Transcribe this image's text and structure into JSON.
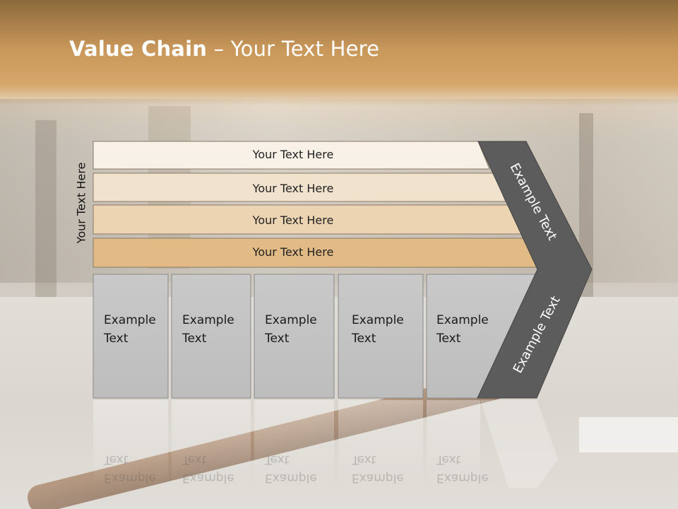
{
  "slide": {
    "title_bold": "Value Chain",
    "title_rest": " – Your Text Here",
    "side_label": "Your Text Here"
  },
  "rows": [
    {
      "label": "Your Text Here",
      "color": "#f7f1e8"
    },
    {
      "label": "Your Text Here",
      "color": "#f1e2cd"
    },
    {
      "label": "Your Text Here",
      "color": "#ecd3b1"
    },
    {
      "label": "Your Text Here",
      "color": "#e2ba85"
    }
  ],
  "boxes": [
    {
      "line1": "Example",
      "line2": "Text"
    },
    {
      "line1": "Example",
      "line2": "Text"
    },
    {
      "line1": "Example",
      "line2": "Text"
    },
    {
      "line1": "Example",
      "line2": "Text"
    },
    {
      "line1": "Example",
      "line2": "Text"
    }
  ],
  "chevron": {
    "upper": "Example Text",
    "lower": "Example Text",
    "color": "#5c5c5c"
  },
  "colors": {
    "box_fill": "#c5c5c5",
    "border": "#8a7a66"
  }
}
